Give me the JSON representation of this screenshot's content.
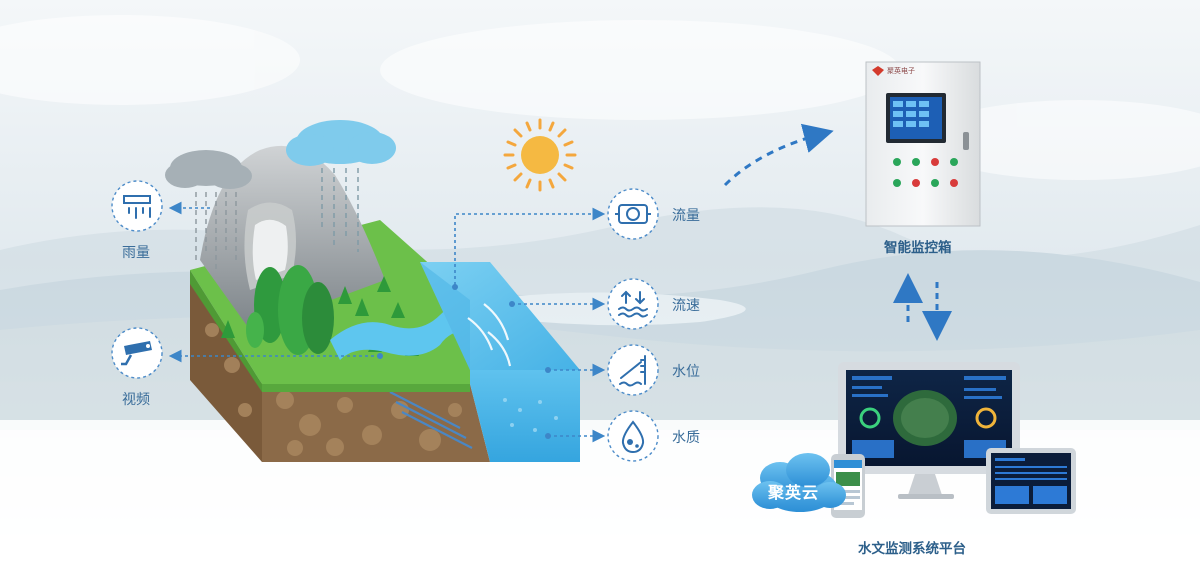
{
  "sensors": [
    {
      "label": "雨量",
      "icon": "rain-gauge-icon"
    },
    {
      "label": "视频",
      "icon": "camera-icon"
    },
    {
      "label": "流量",
      "icon": "flow-meter-icon"
    },
    {
      "label": "流速",
      "icon": "flow-velocity-icon"
    },
    {
      "label": "水位",
      "icon": "water-level-icon"
    },
    {
      "label": "水质",
      "icon": "water-quality-icon"
    }
  ],
  "cabinet": {
    "label": "智能监控箱",
    "brand": "聚英电子"
  },
  "platform": {
    "label": "水文监测系统平台",
    "cloud_text": "聚英云"
  },
  "colors": {
    "accent": "#2f78c4",
    "label": "#3a6d9a",
    "water": "#4fb6e6",
    "grass": "#6cc04a",
    "sun": "#f5b942"
  }
}
